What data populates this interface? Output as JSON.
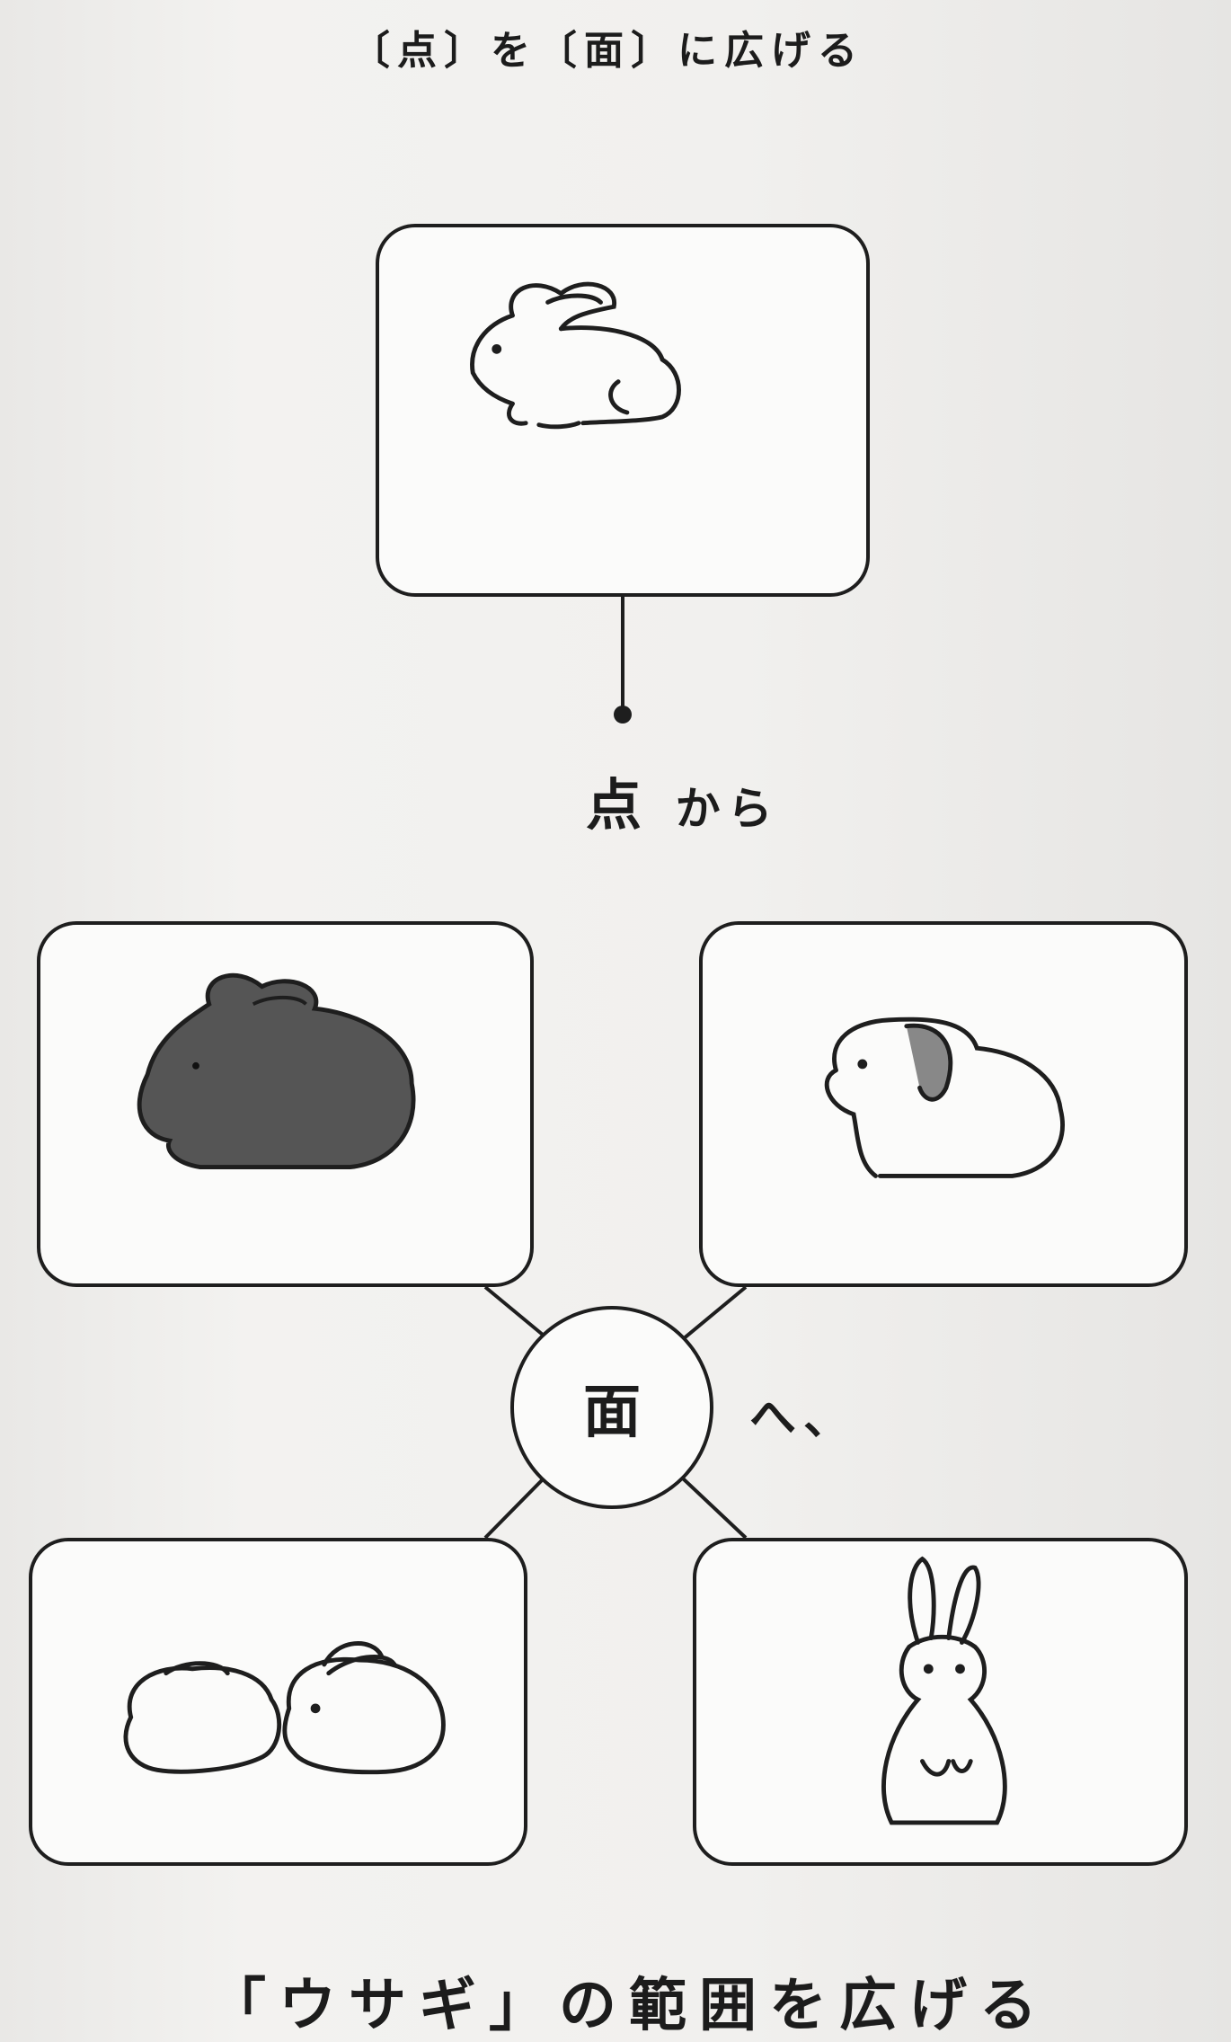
{
  "title": "〔点〕を〔面〕に広げる",
  "point_label": "点",
  "point_suffix": "から",
  "surface_label": "面",
  "surface_suffix": "へ、",
  "caption": "「ウサギ」の範囲を広げる",
  "panels": [
    "white-rabbit",
    "dark-rabbit",
    "lop-eared-rabbit",
    "two-rabbits",
    "standing-rabbit"
  ]
}
